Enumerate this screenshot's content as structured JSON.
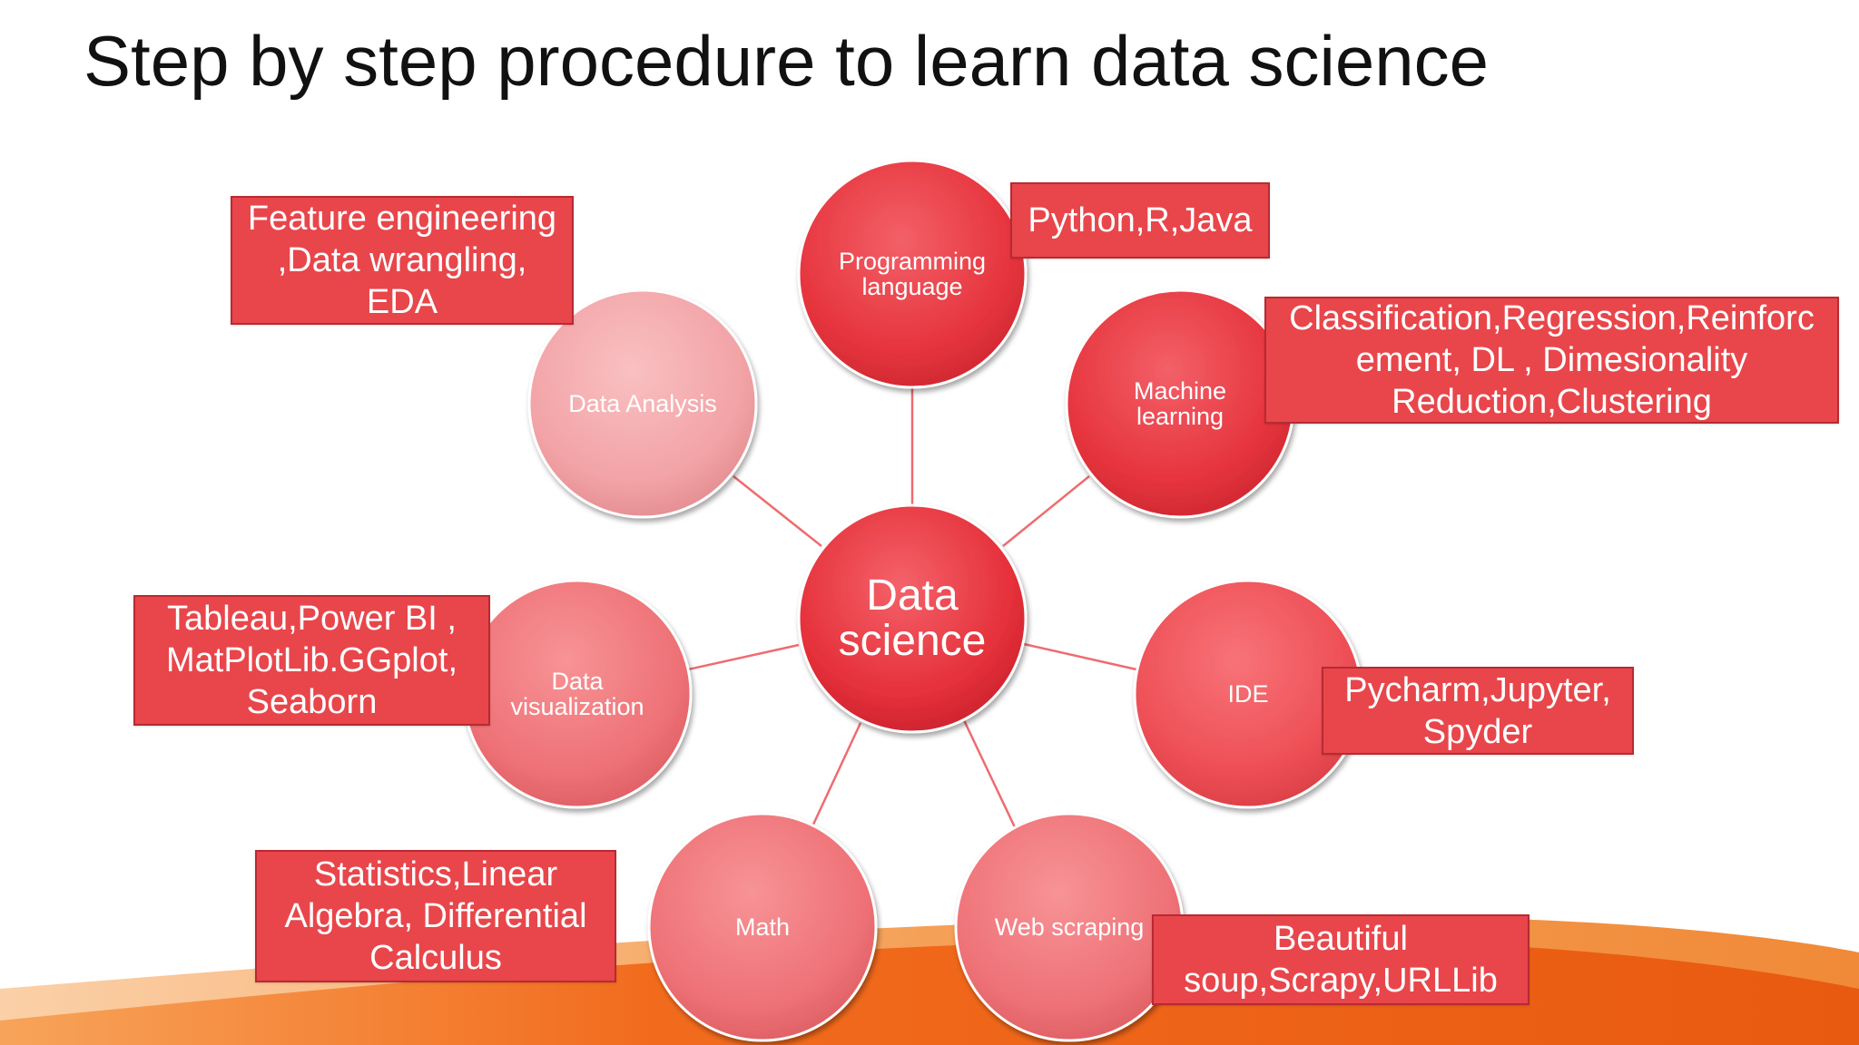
{
  "slide": {
    "title": "Step by step procedure to learn data science"
  },
  "colors": {
    "center_node": "#e8323a",
    "node_dark_red": "#e8323a",
    "node_red": "#ee4c52",
    "node_light_red": "#ef7479",
    "node_pink": "#f3a6a9",
    "callout_fill": "#e8464b",
    "connector": "#ef6b70",
    "swoosh_orange": "#f26b1d"
  },
  "diagram": {
    "center": {
      "label": "Data science"
    },
    "nodes": [
      {
        "id": "programming",
        "label": "Programming language",
        "callout": "Python,R,Java"
      },
      {
        "id": "machine-learning",
        "label": "Machine learning",
        "callout": "Classification,Regression,Reinforc\nement, DL , Dimesionality\nReduction,Clustering"
      },
      {
        "id": "ide",
        "label": "IDE",
        "callout": "Pycharm,Jupyter,\nSpyder"
      },
      {
        "id": "web-scraping",
        "label": "Web scraping",
        "callout": "Beautiful\nsoup,Scrapy,URLLib"
      },
      {
        "id": "math",
        "label": "Math",
        "callout": "Statistics,Linear\nAlgebra, Differential\nCalculus"
      },
      {
        "id": "data-visualization",
        "label": "Data visualization",
        "callout": "Tableau,Power BI ,\nMatPlotLib.GGplot,\nSeaborn"
      },
      {
        "id": "data-analysis",
        "label": "Data Analysis",
        "callout": "Feature engineering\n,Data wrangling,\nEDA"
      }
    ]
  }
}
